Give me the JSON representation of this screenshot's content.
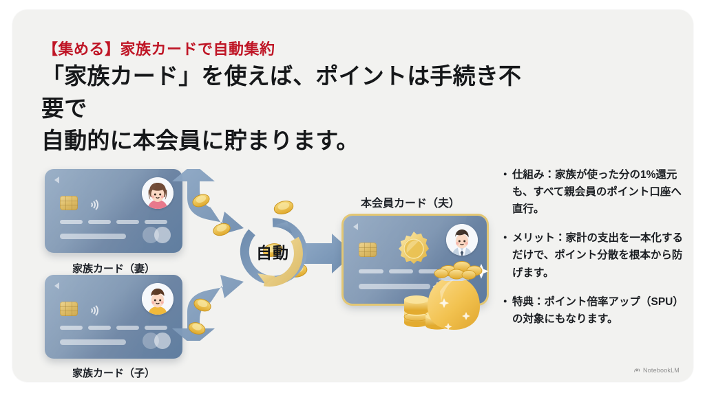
{
  "slide": {
    "eyebrow": "【集める】家族カードで自動集約",
    "headline_line1": "「家族カード」を使えば、ポイントは手続き不要で",
    "headline_line2": "自動的に本会員に貯まります。",
    "accent_red": "#bf1626",
    "text_dark": "#16181a",
    "background": "#f2f2f0"
  },
  "diagram": {
    "cycle_label": "自動",
    "cards": [
      {
        "id": "wife",
        "label": "家族カード（妻）",
        "avatar": "woman-avatar",
        "card_color": "#7e96b2"
      },
      {
        "id": "kid",
        "label": "家族カード（子）",
        "avatar": "boy-avatar",
        "card_color": "#7e96b2"
      }
    ],
    "main_card": {
      "label": "本会員カード（夫）",
      "avatar": "man-avatar",
      "badge": "gold-sunburst-badge",
      "border_color": "#e3c774"
    },
    "icons": {
      "chip": "card-chip-icon",
      "contactless": "contactless-icon",
      "coins": "gold-coin-icon",
      "money_bag": "money-bag-icon",
      "arrow": "arrow-right-icon",
      "cycle": "auto-cycle-arrows-icon"
    }
  },
  "bullets": [
    "仕組み：家族が使った分の1%還元も、すべて親会員のポイント口座へ直行。",
    "メリット：家計の支出を一本化するだけで、ポイント分散を根本から防げます。",
    "特典：ポイント倍率アップ（SPU）の対象にもなります。"
  ],
  "watermark": {
    "label": "NotebookLM",
    "icon": "notebooklm-icon"
  }
}
